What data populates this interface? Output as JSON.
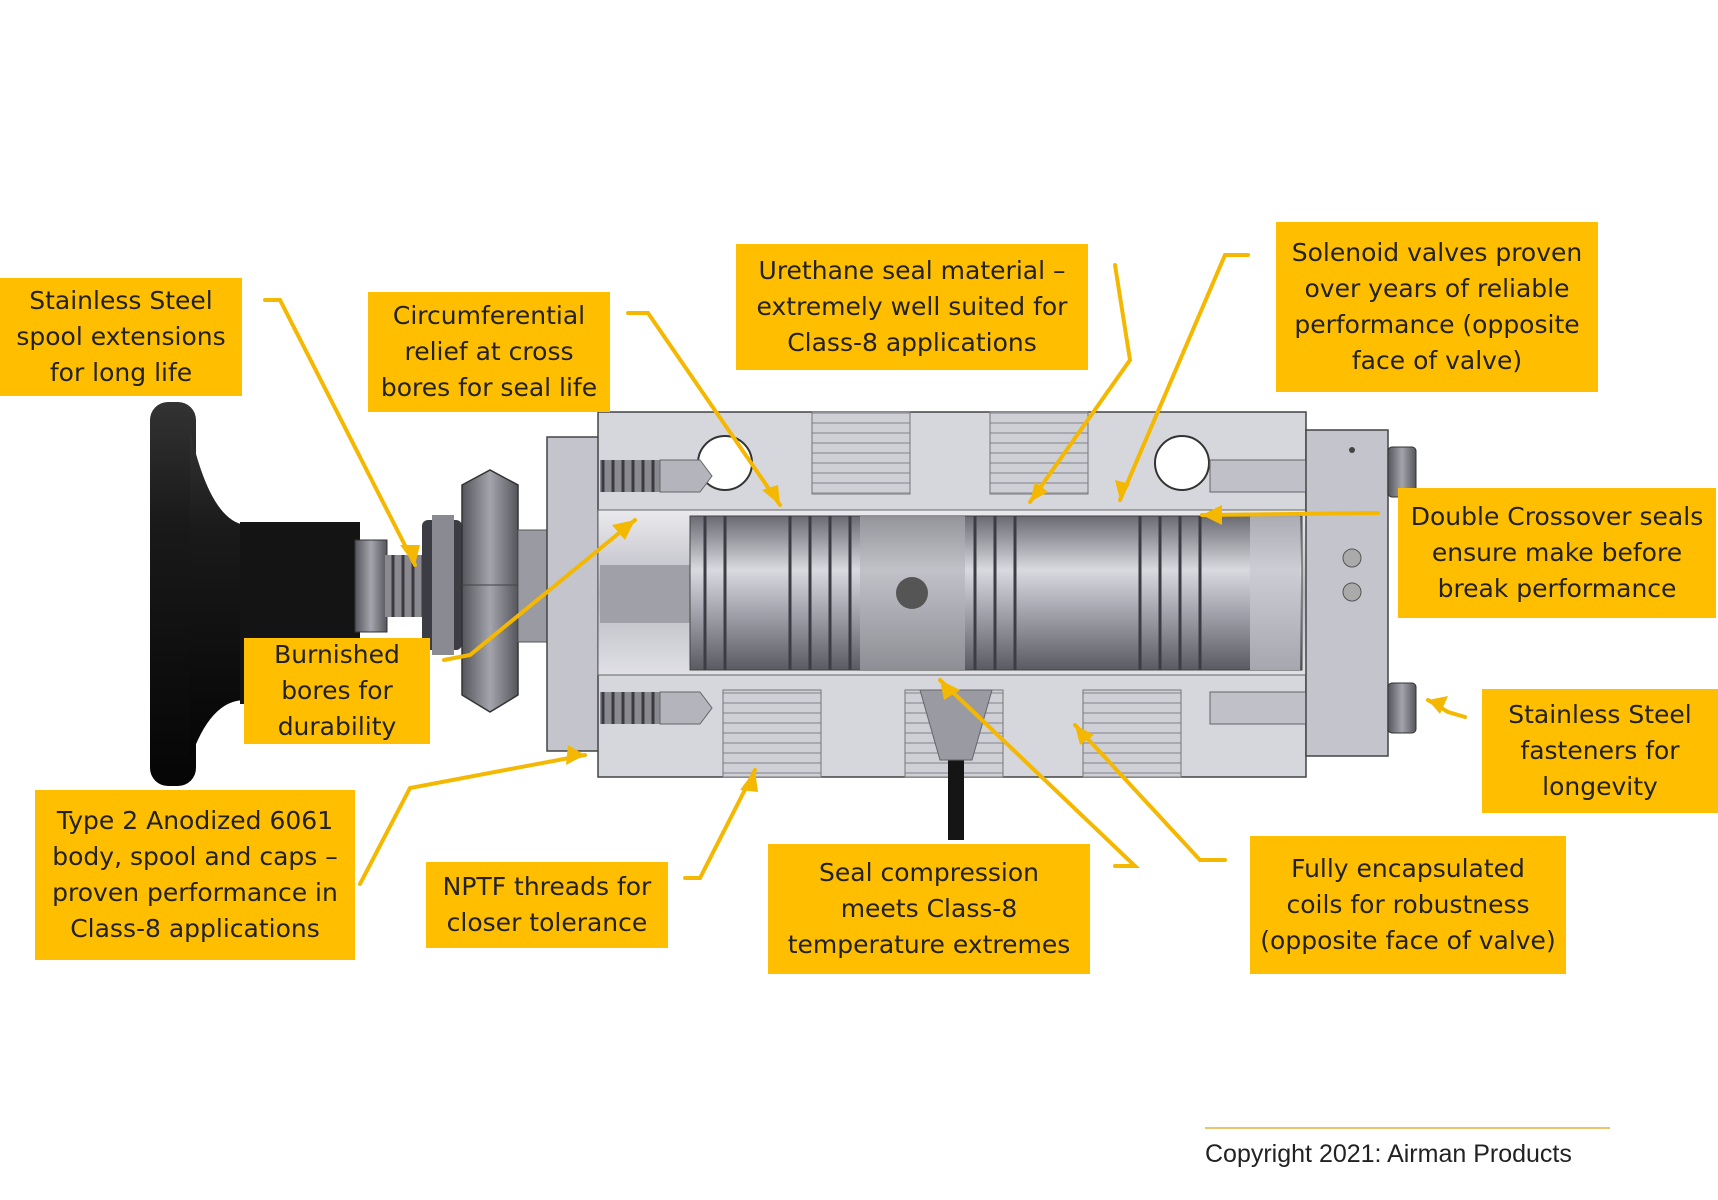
{
  "callouts": {
    "spool_ext": "Stainless Steel\nspool extensions\nfor long life",
    "circ_relief": "Circumferential\nrelief at cross\nbores for seal life",
    "urethane": "Urethane seal material –\nextremely well suited for\nClass-8 applications",
    "solenoid": "Solenoid valves proven\nover years of reliable\nperformance (opposite\nface of valve)",
    "double_crossover": "Double Crossover seals\nensure make before\nbreak performance",
    "fasteners": "Stainless Steel\nfasteners for\nlongevity",
    "burnished": "Burnished\nbores for\ndurability",
    "anodized": "Type 2 Anodized 6061\nbody, spool and caps –\nproven performance in\nClass-8 applications",
    "nptf": "NPTF threads for\ncloser tolerance",
    "seal_compression": "Seal compression\nmeets Class-8\ntemperature extremes",
    "encapsulated": "Fully encapsulated\ncoils for robustness\n(opposite face of valve)"
  },
  "copyright": "Copyright 2021: Airman Products",
  "colors": {
    "callout_bg": "#FFBF00",
    "leader": "#F5B800",
    "body": "#d4d4db",
    "knob": "#111111"
  }
}
